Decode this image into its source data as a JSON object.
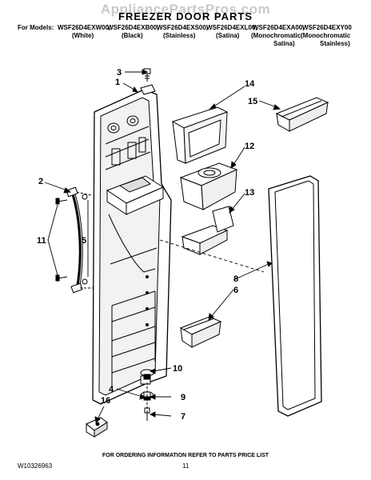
{
  "watermark": "AppliancePartsPros.com",
  "title": "FREEZER DOOR PARTS",
  "models_prefix": "For Models:",
  "models": [
    "WSF26D4EXW00,",
    "WSF26D4EXB00,",
    "WSF26D4EXS00,",
    "WSF26D4EXL00,",
    "WSF26D4EXA00,",
    "WSF26D4EXY00"
  ],
  "colors_line1": [
    "(White)",
    "(Black)",
    "(Stainless)",
    "(Satina)",
    "(Monochromatic",
    "(Monochromatic"
  ],
  "colors_line2": [
    "Satina)",
    "Stainless)"
  ],
  "callouts": [
    "1",
    "2",
    "3",
    "4",
    "5",
    "6",
    "7",
    "8",
    "9",
    "10",
    "11",
    "12",
    "13",
    "14",
    "15",
    "16"
  ],
  "footer": {
    "doc_number": "W10326963",
    "order_note": "FOR ORDERING INFORMATION REFER TO PARTS PRICE LIST",
    "page": "11"
  }
}
